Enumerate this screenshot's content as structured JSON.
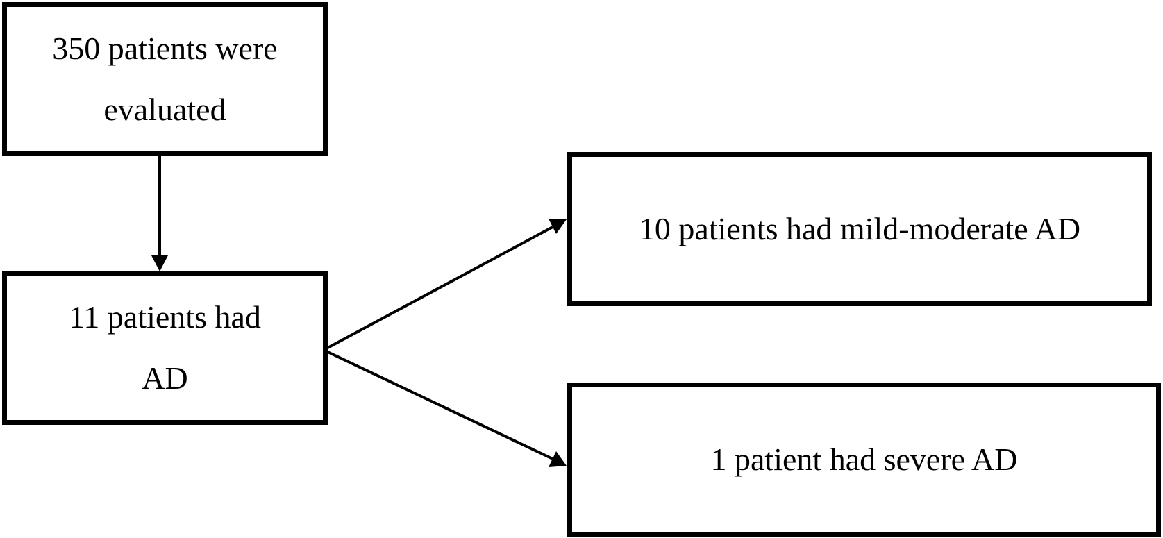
{
  "diagram": {
    "boxes": {
      "evaluated": {
        "lines": [
          "350 patients were",
          "evaluated"
        ]
      },
      "had_ad": {
        "lines": [
          "11 patients had",
          "AD"
        ]
      },
      "mild_moderate": {
        "lines": [
          "10 patients had mild-moderate AD"
        ]
      },
      "severe": {
        "lines": [
          "1 patient had severe AD"
        ]
      }
    },
    "edges": [
      {
        "from": "evaluated",
        "to": "had_ad"
      },
      {
        "from": "had_ad",
        "to": "mild_moderate"
      },
      {
        "from": "had_ad",
        "to": "severe"
      }
    ],
    "colors": {
      "stroke": "#000000",
      "background": "#ffffff"
    }
  }
}
